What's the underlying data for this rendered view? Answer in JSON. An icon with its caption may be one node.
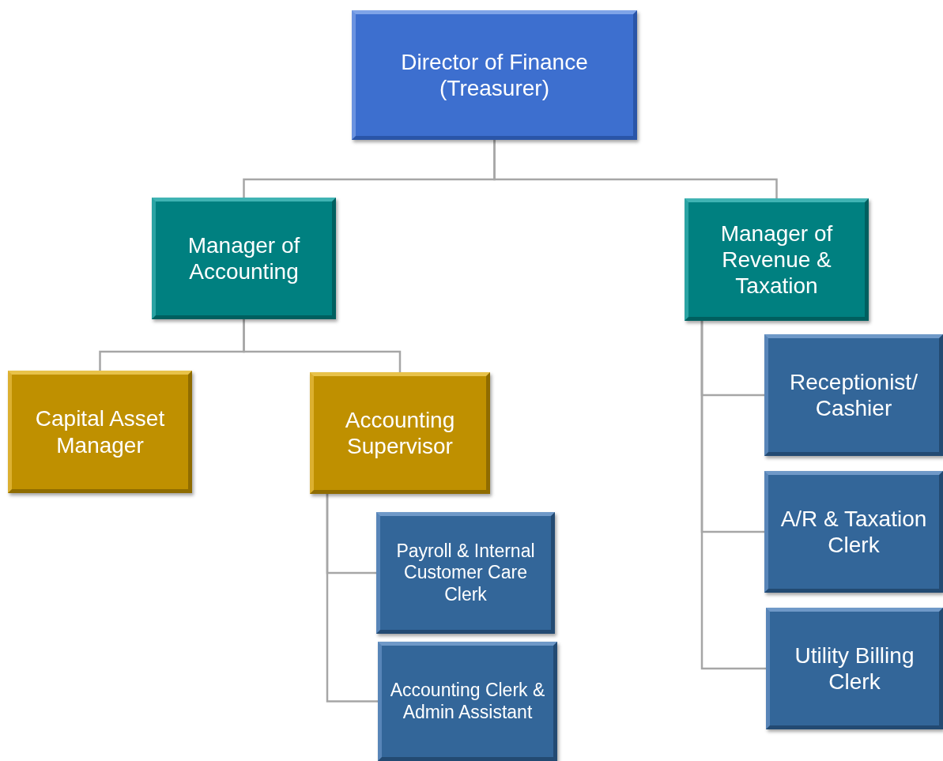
{
  "diagram": {
    "nodes": [
      {
        "text": [
          "Director of Finance (Treasurer)"
        ]
      },
      {
        "text": [
          "Manager of Accounting"
        ]
      },
      {
        "text": [
          "Manager of Revenue & Taxation"
        ]
      },
      {
        "text": [
          "Capital Asset Manager"
        ]
      },
      {
        "text": [
          "Accounting Supervisor"
        ]
      },
      {
        "text": [
          "Payroll & Internal Customer Care Clerk"
        ]
      },
      {
        "text": [
          "Accounting Clerk & Admin Assistant"
        ]
      },
      {
        "text": [
          "Receptionist/ Cashier"
        ]
      },
      {
        "text": [
          "A/R & Taxation Clerk"
        ]
      },
      {
        "text": [
          "Utility Billing Clerk"
        ]
      }
    ],
    "edges": [
      {
        "from": 0,
        "to": 1,
        "arrow": "none"
      },
      {
        "from": 0,
        "to": 2,
        "arrow": "none"
      },
      {
        "from": 1,
        "to": 3,
        "arrow": "none"
      },
      {
        "from": 1,
        "to": 4,
        "arrow": "none"
      },
      {
        "from": 4,
        "to": 5,
        "arrow": "none"
      },
      {
        "from": 4,
        "to": 6,
        "arrow": "none"
      },
      {
        "from": 2,
        "to": 7,
        "arrow": "none"
      },
      {
        "from": 2,
        "to": 8,
        "arrow": "none"
      },
      {
        "from": 2,
        "to": 9,
        "arrow": "none"
      }
    ]
  }
}
